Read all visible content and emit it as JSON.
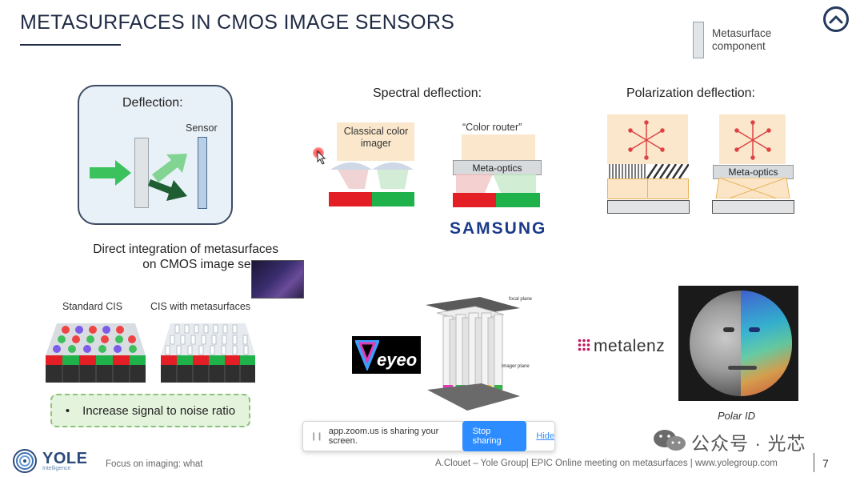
{
  "slide": {
    "title": "METASURFACES IN CMOS IMAGE SENSORS",
    "legend": {
      "line1": "Metasurface",
      "line2": "component"
    },
    "deflection": {
      "title": "Deflection:",
      "sensor_label": "Sensor"
    },
    "spectral": {
      "title": "Spectral deflection:",
      "classical_line1": "Classical color",
      "classical_line2": "imager",
      "router_label": "“Color router”",
      "meta_optics": "Meta-optics",
      "brand": "SAMSUNG"
    },
    "polarization": {
      "title": "Polarization deflection:",
      "meta_optics": "Meta-optics"
    },
    "direct": {
      "line1": "Direct integration of metasurfaces",
      "line2": "on CMOS image sensor:",
      "standard_label": "Standard CIS",
      "meta_label": "CIS with metasurfaces",
      "snr_bullet": "•",
      "snr_text": "Increase signal to noise ratio"
    },
    "eyeo_label": "eyeo",
    "focal_plane": "focal plane",
    "imager_plane": "imager plane",
    "metalenz_label": "metalenz",
    "polar_id": "Polar ID",
    "page_number": "7",
    "colors": {
      "navy": "#1f2a44",
      "zoom_blue": "#2d8cff",
      "snr_green": "#e4f3dc"
    }
  },
  "zoom": {
    "message": "app.zoom.us is sharing your screen.",
    "stop_label": "Stop sharing",
    "hide_label": "Hide"
  },
  "footer": {
    "logo": "YOLE",
    "logo_sub": "Intelligence",
    "left_text": "Focus on imaging: what",
    "right_text": "A.Clouet – Yole Group| EPIC Online meeting on metasurfaces | www.yolegroup.com"
  },
  "watermark": "公众号 · 光芯"
}
